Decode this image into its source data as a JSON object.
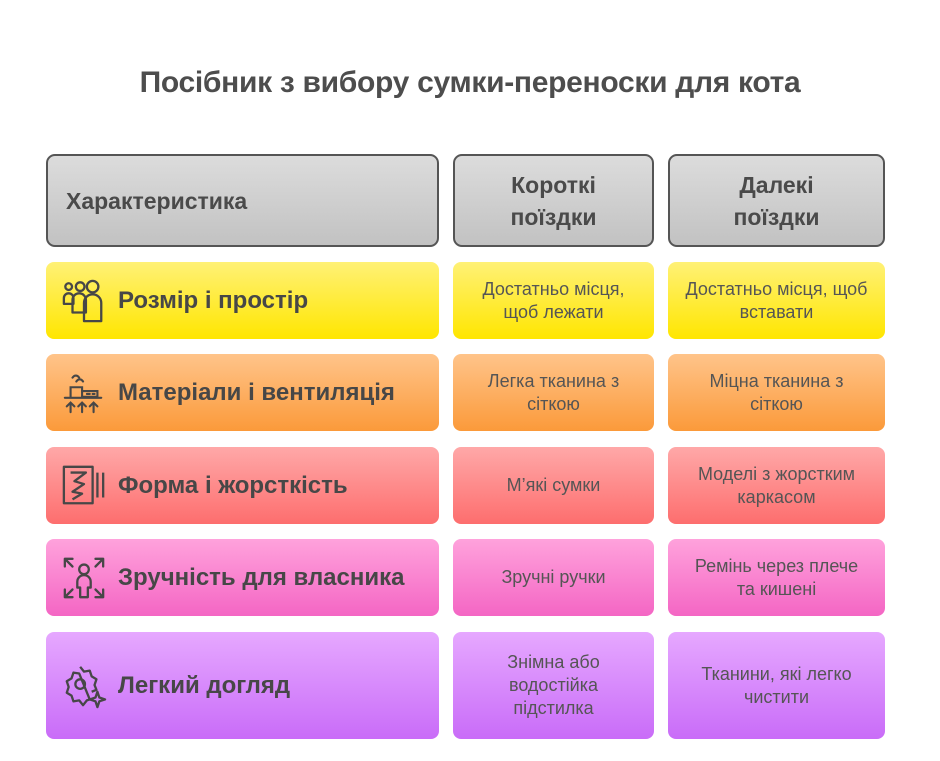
{
  "title": "Посібник з вибору сумки-переноски для кота",
  "header": {
    "col1": "Характеристика",
    "col2": "Короткі поїздки",
    "col3": "Далекі поїздки"
  },
  "rows": [
    {
      "feature": "Розмір і простір",
      "icon": "people-group-icon",
      "short": "Достатньо місця, щоб лежати",
      "long": "Достатньо місця, щоб вставати",
      "color_top": "#fff176",
      "color_bottom": "#ffe600"
    },
    {
      "feature": "Матеріали і вентиляція",
      "icon": "ventilation-icon",
      "short": "Легка тканина з сіткою",
      "long": "Міцна тканина з сіткою",
      "color_top": "#ffc48a",
      "color_bottom": "#fb9a3a"
    },
    {
      "feature": "Форма і жорсткість",
      "icon": "rigid-frame-icon",
      "short": "М’які сумки",
      "long": "Моделі з жорстким каркасом",
      "color_top": "#ffa8a8",
      "color_bottom": "#fd6e6e"
    },
    {
      "feature": "Зручність для власника",
      "icon": "user-expand-icon",
      "short": "Зручні ручки",
      "long": "Ремінь через плече та кишені",
      "color_top": "#ffa2dc",
      "color_bottom": "#f466c4"
    },
    {
      "feature": "Легкий догляд",
      "icon": "gear-sparkle-icon",
      "short": "Знімна або водостійка підстилка",
      "long": "Тканини, які легко чистити",
      "color_top": "#e6a8ff",
      "color_bottom": "#c96cf8"
    }
  ]
}
